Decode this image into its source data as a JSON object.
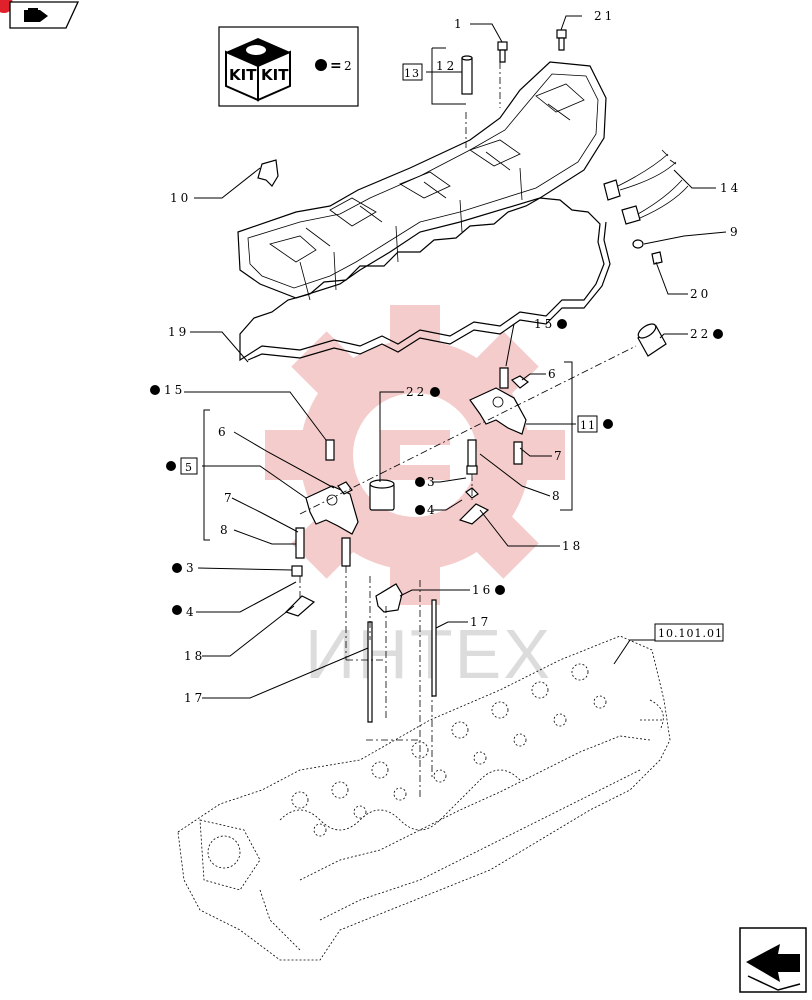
{
  "kit_box": {
    "kit_word": "KIT",
    "equals_value": "2"
  },
  "reference_code": "10.101.01",
  "watermark": "ИНТЕХ",
  "callouts": [
    {
      "id": "c1",
      "text": "1"
    },
    {
      "id": "c21",
      "text": "21"
    },
    {
      "id": "c12",
      "text": "12"
    },
    {
      "id": "c13",
      "text": "13"
    },
    {
      "id": "c10",
      "text": "10"
    },
    {
      "id": "c14",
      "text": "14"
    },
    {
      "id": "c9",
      "text": "9"
    },
    {
      "id": "c20",
      "text": "20"
    },
    {
      "id": "c19",
      "text": "19"
    },
    {
      "id": "c15a",
      "text": "15"
    },
    {
      "id": "c22a",
      "text": "22"
    },
    {
      "id": "c6a",
      "text": "6"
    },
    {
      "id": "c15b",
      "text": "15"
    },
    {
      "id": "c22b",
      "text": "22"
    },
    {
      "id": "c11",
      "text": "11"
    },
    {
      "id": "c7a",
      "text": "7"
    },
    {
      "id": "c6b",
      "text": "6"
    },
    {
      "id": "c5",
      "text": "5"
    },
    {
      "id": "c3a",
      "text": "3"
    },
    {
      "id": "c8a",
      "text": "8"
    },
    {
      "id": "c4a",
      "text": "4"
    },
    {
      "id": "c7b",
      "text": "7"
    },
    {
      "id": "c18a",
      "text": "18"
    },
    {
      "id": "c8b",
      "text": "8"
    },
    {
      "id": "c3b",
      "text": "3"
    },
    {
      "id": "c16",
      "text": "16"
    },
    {
      "id": "c4b",
      "text": "4"
    },
    {
      "id": "c17a",
      "text": "17"
    },
    {
      "id": "c18b",
      "text": "18"
    },
    {
      "id": "c17b",
      "text": "17"
    }
  ],
  "colors": {
    "line": "#000000",
    "watermark_red": "#f2b8b8",
    "watermark_gray": "#dcdcdc",
    "corner_red": "#e0202a"
  },
  "icons": {
    "top_left": "book-nav-icon",
    "bottom_right": "next-page-arrow-icon",
    "kit": "kit-box-icon"
  }
}
